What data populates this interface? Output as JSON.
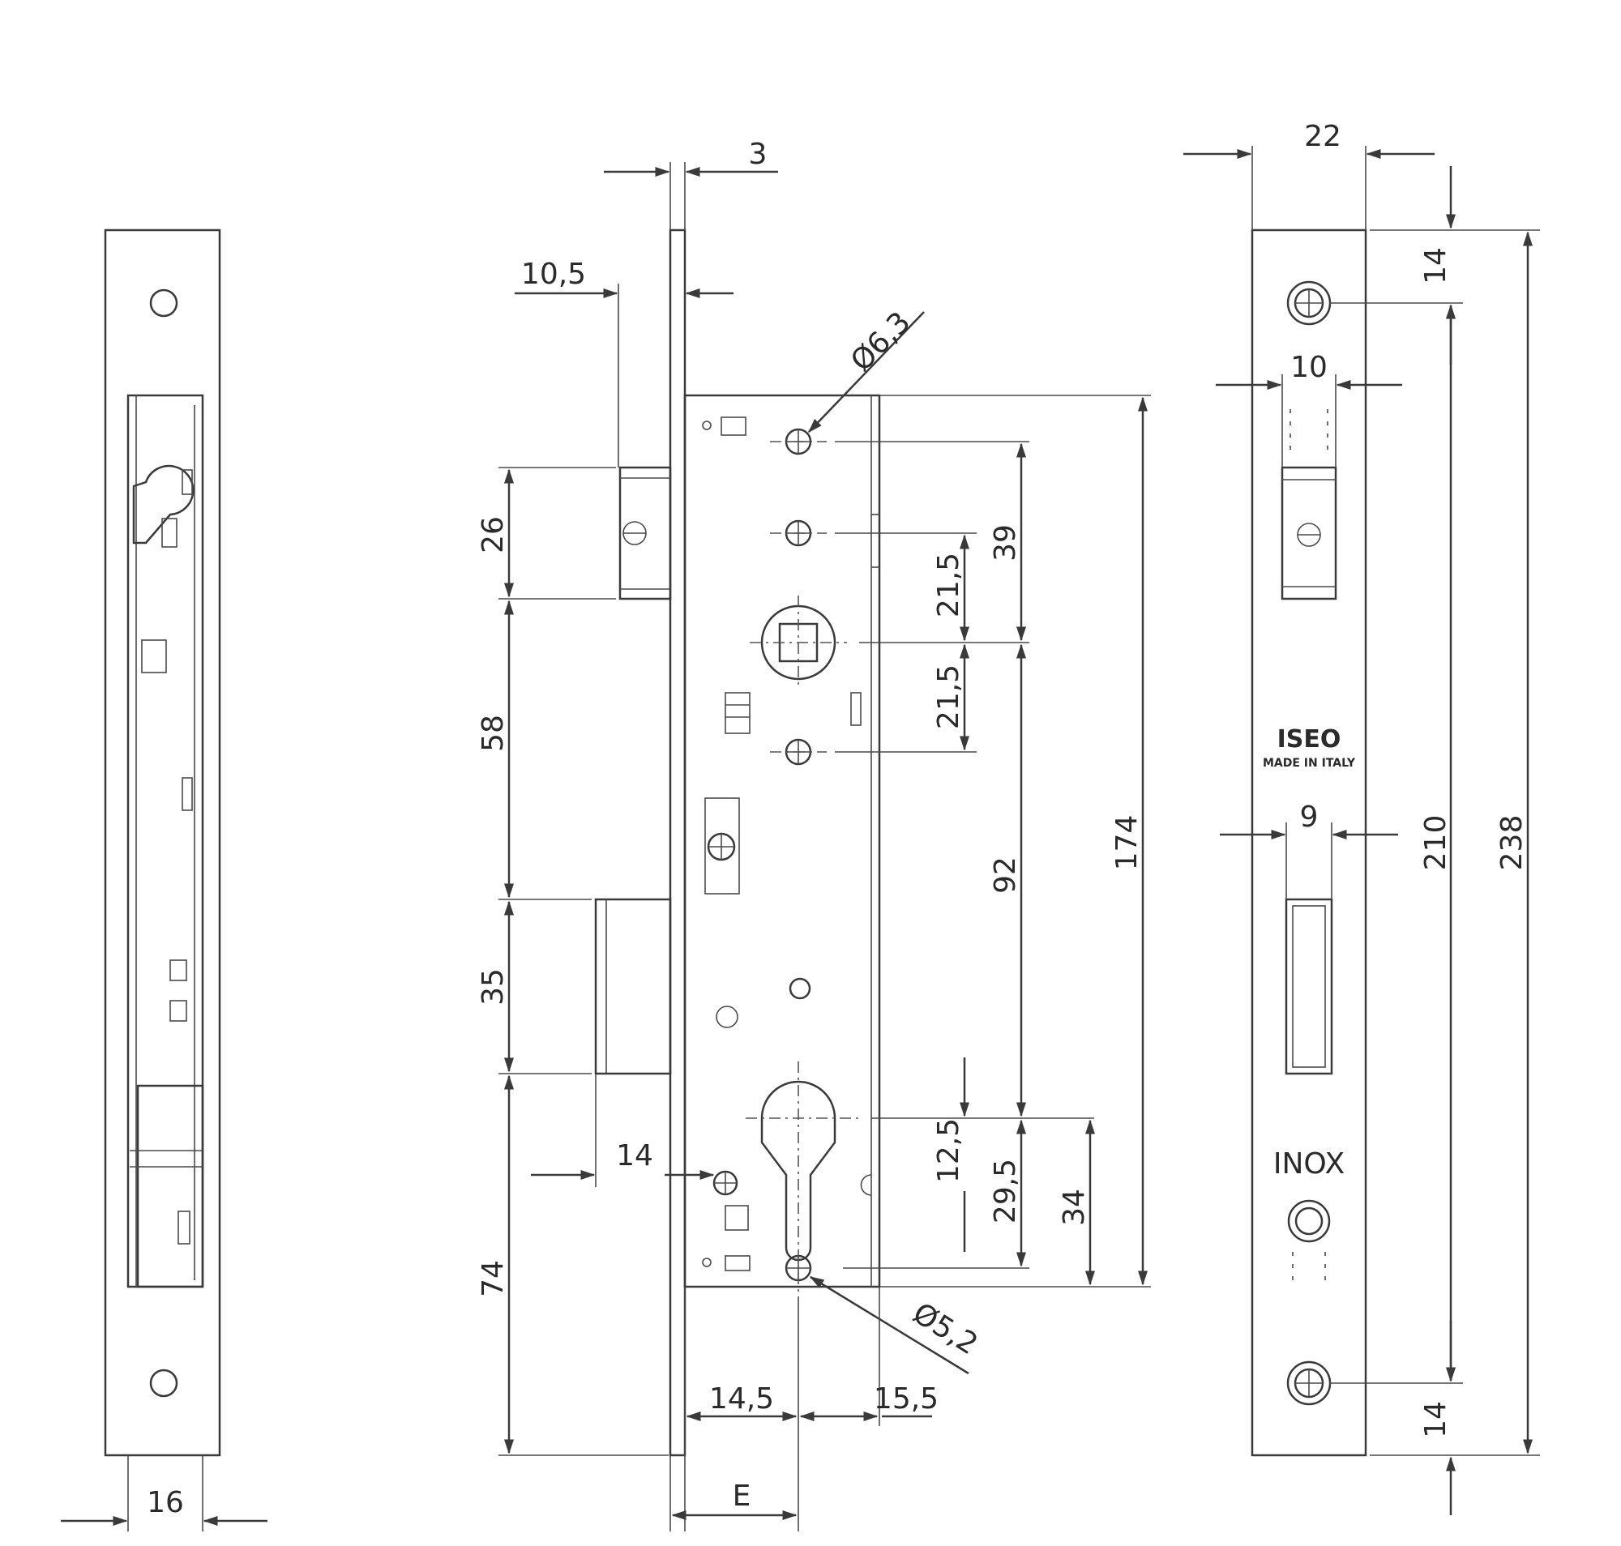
{
  "drawing": {
    "brand": "ISEO",
    "brand_sub": "MADE IN ITALY",
    "material": "INOX",
    "colors": {
      "line": "#3a3a3a",
      "background": "#ffffff"
    },
    "side_view": {
      "width_label": "16"
    },
    "front_view": {
      "faceplate_thickness": "3",
      "latch_projection": "10,5",
      "hole_diameter_top": "Ø6,3",
      "hole_diameter_bottom": "Ø5,2",
      "latch_height": "26",
      "latch_to_bolt": "58",
      "bolt_height": "35",
      "bolt_to_bottom": "74",
      "spacing_39": "39",
      "spacing_21_5_upper": "21,5",
      "spacing_21_5_lower": "21,5",
      "spacing_92": "92",
      "case_height": "174",
      "cyl_12_5": "12,5",
      "cyl_29_5": "29,5",
      "cyl_34": "34",
      "side_hole_offset": "14",
      "backset_14_5": "14,5",
      "backset_15_5": "15,5",
      "backset_label": "E"
    },
    "faceplate_view": {
      "faceplate_width": "22",
      "latch_width": "10",
      "bolt_width": "9",
      "screw_offset_top": "14",
      "screw_offset_bottom": "14",
      "screw_spacing": "210",
      "total_length": "238"
    }
  }
}
